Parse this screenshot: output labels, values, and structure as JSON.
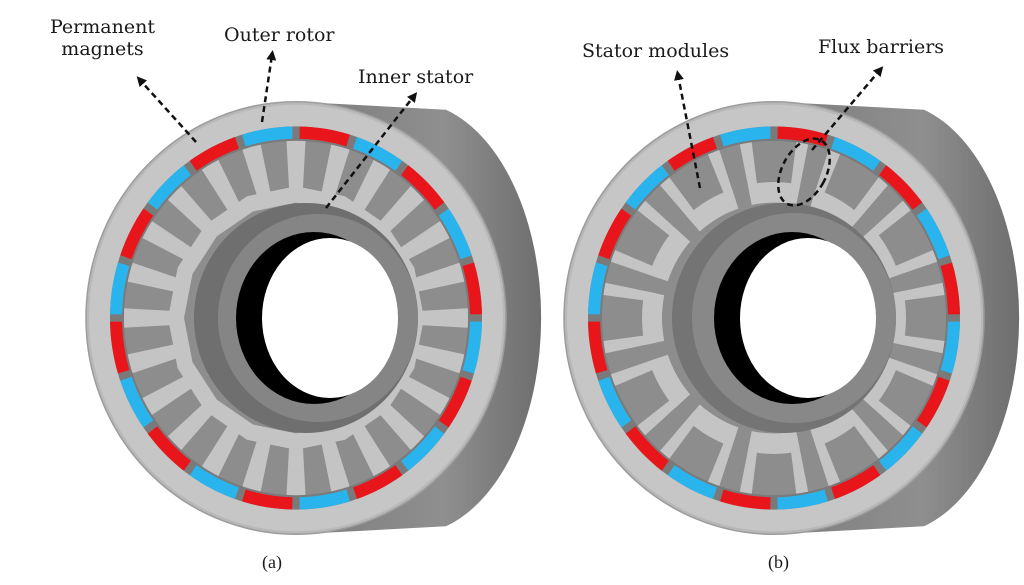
{
  "figure": {
    "panels": [
      {
        "id": "a",
        "caption": "(a)",
        "labels": {
          "permanent_magnets_line1": "Permanent",
          "permanent_magnets_line2": "magnets",
          "outer_rotor": "Outer rotor",
          "inner_stator": "Inner stator"
        },
        "stator_teeth": 24,
        "magnet_segments": 20
      },
      {
        "id": "b",
        "caption": "(b)",
        "labels": {
          "stator_modules": "Stator modules",
          "flux_barriers": "Flux barriers"
        },
        "stator_modules": 12,
        "magnet_segments": 20
      }
    ],
    "colors": {
      "magnet_north": "#e8161b",
      "magnet_north_dark": "#b50d10",
      "magnet_south": "#29b4ee",
      "magnet_south_dark": "#1a6fcf",
      "rotor_face": "#bdbdbd",
      "rotor_side": "#8a8a8a",
      "stator_face": "#c4c4c4",
      "stator_depth": "#7d7d7d",
      "bore": "#000000",
      "arrow": "#111111"
    }
  }
}
